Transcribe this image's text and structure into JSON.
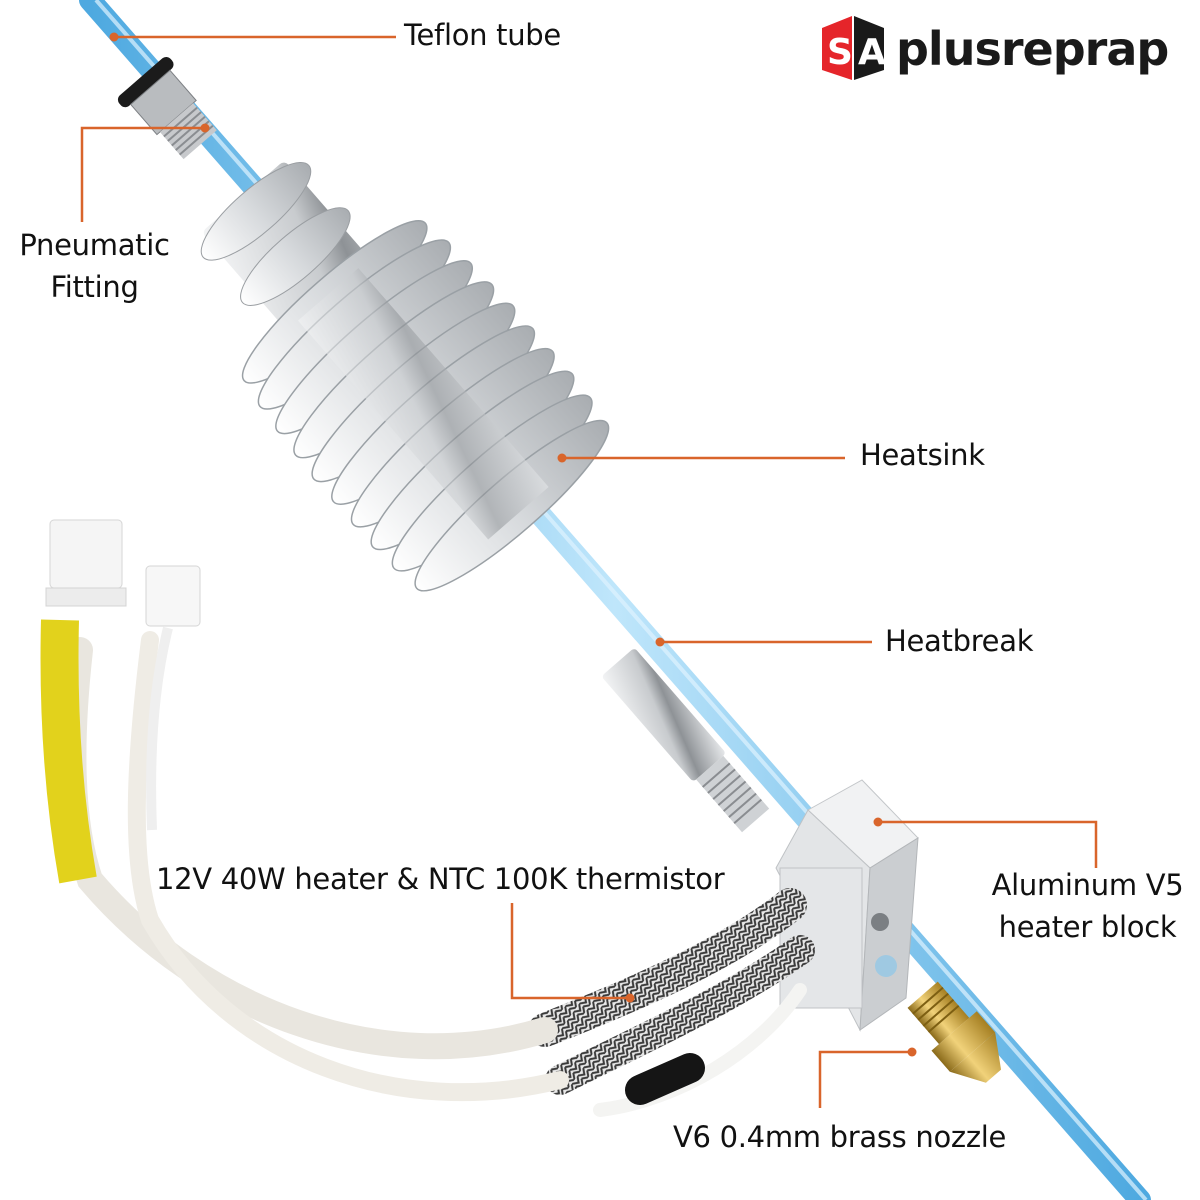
{
  "brand": {
    "mark": "SA",
    "name": "plusreprap",
    "mark_colors": {
      "left": "#e5252a",
      "right": "#1a1a1a"
    }
  },
  "callouts": [
    {
      "id": "teflon-tube",
      "label": "Teflon tube"
    },
    {
      "id": "pneumatic-fitting",
      "label_line1": "Pneumatic",
      "label_line2": "Fitting"
    },
    {
      "id": "heatsink",
      "label": "Heatsink"
    },
    {
      "id": "heatbreak",
      "label": "Heatbreak"
    },
    {
      "id": "heater-thermistor",
      "label": "12V 40W heater & NTC 100K thermistor"
    },
    {
      "id": "heater-block",
      "label_line1": "Aluminum V5",
      "label_line2": "heater block"
    },
    {
      "id": "nozzle",
      "label": "V6 0.4mm brass nozzle"
    }
  ],
  "colors": {
    "callout_line": "#d9652b",
    "filament_tube": "#7cc4ee",
    "aluminum": "#d9dcdf",
    "brass": "#c9a23a",
    "heat_shrink_yellow": "#e3d21f",
    "label_text": "#111111"
  }
}
